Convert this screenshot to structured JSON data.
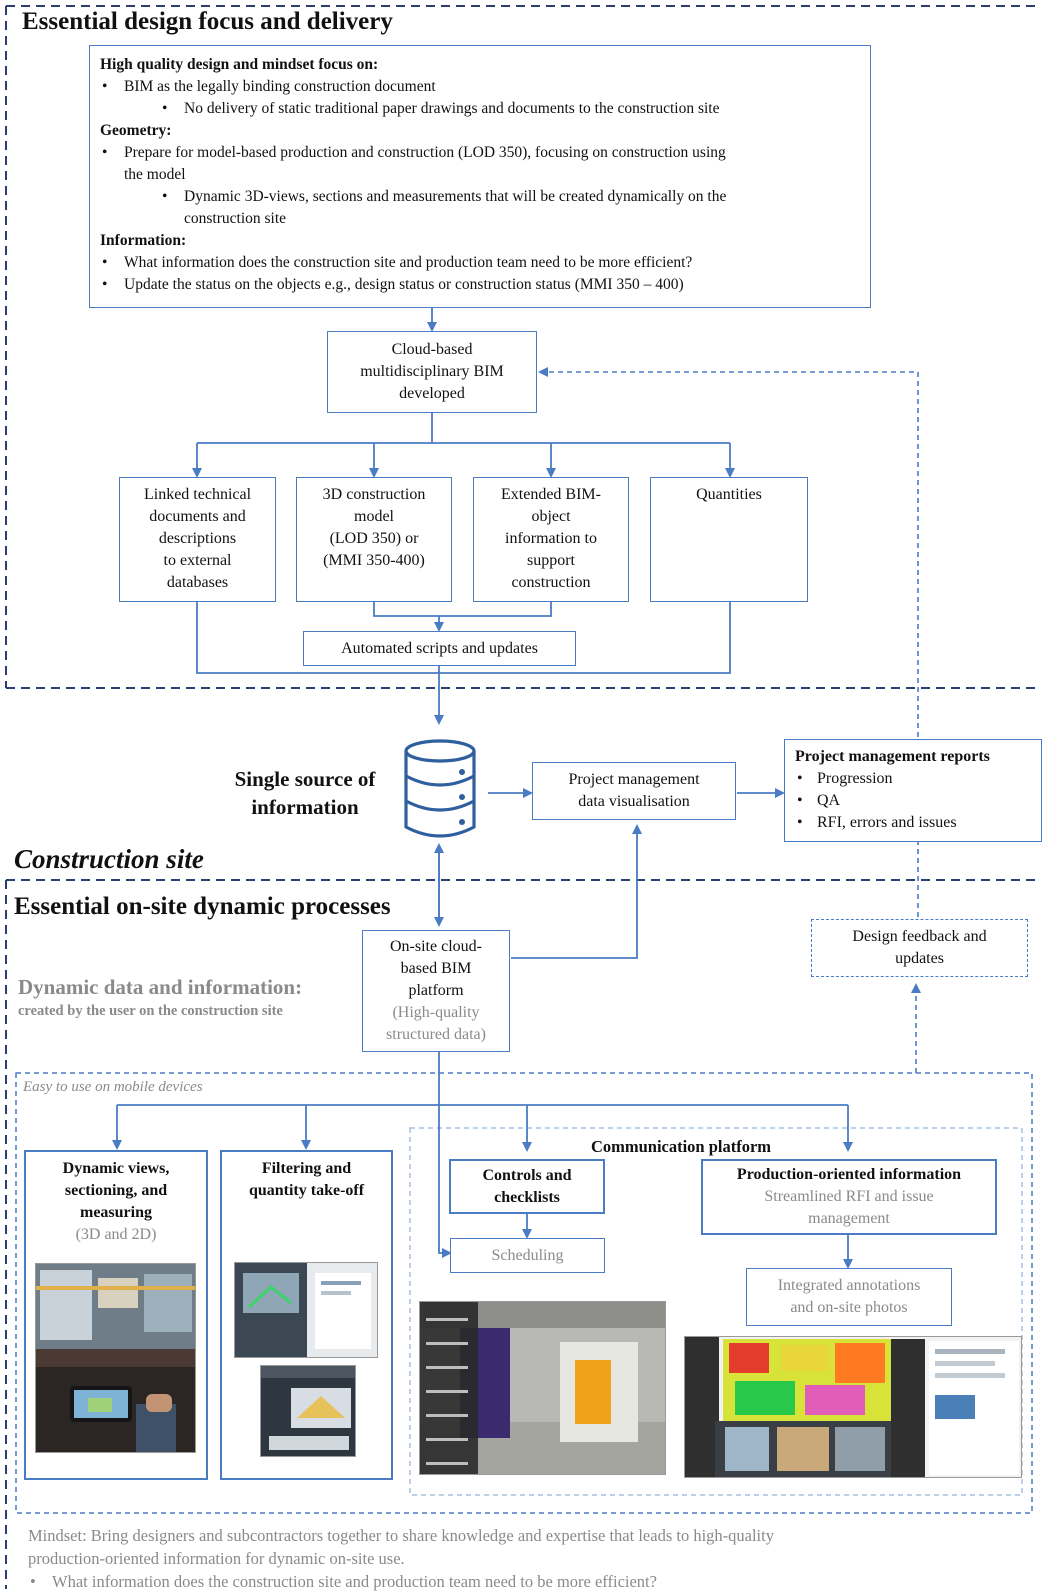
{
  "top_section": {
    "title": "Essential design focus and delivery",
    "intro": {
      "heading_quality": "High quality design and mindset focus on:",
      "bim_bullet": "BIM as the legally binding construction document",
      "bim_sub_bullet": "No delivery of static traditional paper drawings and documents to the construction site",
      "heading_geometry": "Geometry:",
      "geometry_bullet_line1": "Prepare for model-based production and construction (LOD 350), focusing on construction using",
      "geometry_bullet_line2": "the model",
      "geometry_sub_line1": "Dynamic 3D-views, sections and measurements that will be created dynamically on the",
      "geometry_sub_line2": "construction site",
      "heading_information": "Information:",
      "info_bullet_1": "What information does the construction site and production team need to be more efficient?",
      "info_bullet_2": "Update the status on the objects e.g., design status or construction status (MMI 350 – 400)"
    },
    "cloud_bim": [
      "Cloud-based",
      "multidisciplinary BIM",
      "developed"
    ],
    "linked_docs": [
      "Linked technical",
      "documents and",
      "descriptions",
      "to external",
      "databases"
    ],
    "construction_model": [
      "3D construction",
      "model",
      "(LOD 350) or",
      "(MMI 350-400)"
    ],
    "extended_bim": [
      "Extended BIM-",
      "object",
      "information to",
      "support",
      "construction"
    ],
    "quantities": "Quantities",
    "automated": "Automated scripts and updates"
  },
  "middle": {
    "single_source": [
      "Single source of",
      "information"
    ],
    "pm_visualisation": [
      "Project management",
      "data visualisation"
    ],
    "pm_reports": {
      "title": "Project management reports",
      "items": [
        "Progression",
        "QA",
        "RFI, errors and issues"
      ]
    },
    "construction_site": "Construction site"
  },
  "bottom_section": {
    "title": "Essential on-site dynamic processes",
    "dynamic_data_title": "Dynamic data and information:",
    "dynamic_data_sub": "created by the user on the construction site",
    "onsite_platform": [
      "On-site cloud-",
      "based BIM",
      "platform"
    ],
    "onsite_platform_grey": [
      "(High-quality",
      "structured data)"
    ],
    "design_feedback": [
      "Design feedback and",
      "updates"
    ],
    "mobile_label": "Easy to use on mobile devices",
    "dynamic_views": [
      "Dynamic views,",
      "sectioning, and",
      "measuring"
    ],
    "dynamic_views_grey": "(3D and 2D)",
    "filtering": [
      "Filtering and",
      "quantity take-off"
    ],
    "communication": "Communication platform",
    "controls": [
      "Controls and",
      "checklists"
    ],
    "scheduling": "Scheduling",
    "production_title": "Production-oriented information",
    "production_grey": [
      "Streamlined RFI and issue",
      "management"
    ],
    "annotations": [
      "Integrated annotations",
      "and on-site photos"
    ],
    "mindset_line1": "Mindset: Bring designers and subcontractors together to share knowledge and expertise that leads to high-quality",
    "mindset_line2": "production-oriented information for dynamic on-site use.",
    "mindset_bullet": "What information does the construction site and production team need to be more efficient?"
  },
  "colors": {
    "accent": "#4a7cc4",
    "dashed_frame": "#2a3f6e",
    "grey_text": "#8a8a8a"
  },
  "icons": [
    "database-icon"
  ]
}
